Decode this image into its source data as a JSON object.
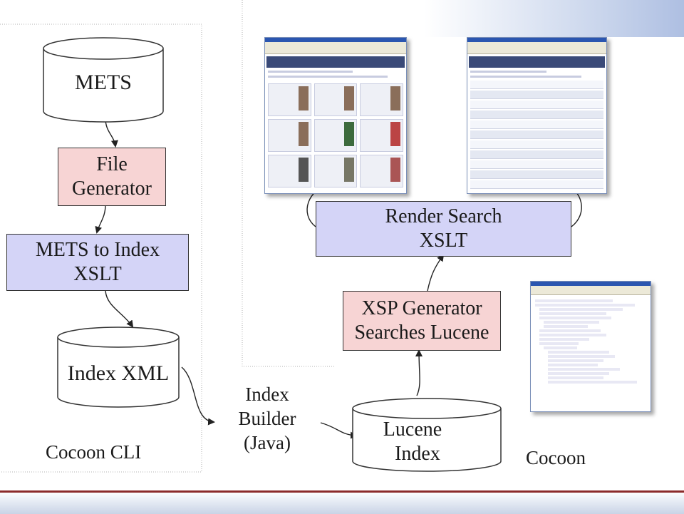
{
  "cylinders": {
    "mets": "METS",
    "index_xml": "Index XML",
    "lucene_index_line1": "Lucene",
    "lucene_index_line2": "Index"
  },
  "boxes": {
    "file_generator_line1": "File",
    "file_generator_line2": "Generator",
    "mets_to_index_line1": "METS to Index",
    "mets_to_index_line2": "XSLT",
    "render_search_line1": "Render Search",
    "render_search_line2": "XSLT",
    "xsp_generator_line1": "XSP Generator",
    "xsp_generator_line2": "Searches Lucene"
  },
  "index_builder": {
    "line1": "Index",
    "line2": "Builder",
    "line3": "(Java)"
  },
  "regions": {
    "cocoon_cli": "Cocoon CLI",
    "cocoon": "Cocoon"
  },
  "colors": {
    "pink_box": "#f7d4d4",
    "blue_box": "#d4d4f7",
    "accent_red": "#8b2a2a"
  }
}
